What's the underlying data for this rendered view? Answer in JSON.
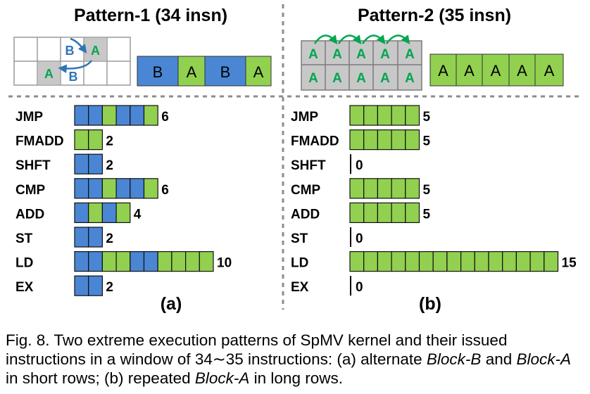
{
  "chart_data": [
    {
      "type": "bar",
      "title": "Pattern-1 (34 insn)",
      "panel_label": "(a)",
      "grid_blocks": {
        "top_row": [
          "B",
          "A"
        ],
        "bottom_row": [
          "A",
          "B"
        ]
      },
      "block_sequence": [
        "B",
        "A",
        "B",
        "A"
      ],
      "categories": [
        "JMP",
        "FMADD",
        "SHFT",
        "CMP",
        "ADD",
        "ST",
        "LD",
        "EX"
      ],
      "values": [
        6,
        2,
        2,
        6,
        4,
        2,
        10,
        2
      ],
      "segments": [
        [
          "B",
          "B",
          "A",
          "B",
          "B",
          "A"
        ],
        [
          "A",
          "A"
        ],
        [
          "B",
          "B"
        ],
        [
          "B",
          "B",
          "A",
          "B",
          "B",
          "A"
        ],
        [
          "B",
          "A",
          "B",
          "A"
        ],
        [
          "B",
          "B"
        ],
        [
          "B",
          "B",
          "A",
          "A",
          "B",
          "B",
          "A",
          "A",
          "A",
          "A"
        ],
        [
          "B",
          "B"
        ]
      ]
    },
    {
      "type": "bar",
      "title": "Pattern-2 (35 insn)",
      "panel_label": "(b)",
      "grid_blocks": {
        "top_row": [
          "A",
          "A",
          "A",
          "A",
          "A"
        ],
        "bottom_row": [
          "A",
          "A",
          "A",
          "A",
          "A"
        ]
      },
      "block_sequence": [
        "A",
        "A",
        "A",
        "A",
        "A"
      ],
      "categories": [
        "JMP",
        "FMADD",
        "SHFT",
        "CMP",
        "ADD",
        "ST",
        "LD",
        "EX"
      ],
      "values": [
        5,
        5,
        0,
        5,
        5,
        0,
        15,
        0
      ],
      "segments": [
        [
          "A",
          "A",
          "A",
          "A",
          "A"
        ],
        [
          "A",
          "A",
          "A",
          "A",
          "A"
        ],
        [],
        [
          "A",
          "A",
          "A",
          "A",
          "A"
        ],
        [
          "A",
          "A",
          "A",
          "A",
          "A"
        ],
        [],
        [
          "A",
          "A",
          "A",
          "A",
          "A",
          "A",
          "A",
          "A",
          "A",
          "A",
          "A",
          "A",
          "A",
          "A",
          "A"
        ],
        []
      ]
    }
  ],
  "colors": {
    "block_a": "#92d050",
    "block_b": "#4a86d4",
    "arrow_a": "#00a650",
    "arrow_b": "#2e75b6",
    "grid_gray": "#c8c8c8",
    "divider": "#8c8c8c"
  },
  "caption": {
    "part1": "Fig. 8. Two extreme execution patterns of SpMV kernel and their issued instructions in a window of 34∼35 instructions: (a) alternate ",
    "em1": "Block-B",
    "part2": " and ",
    "em2": "Block-A",
    "part3": " in short rows; (b) repeated ",
    "em3": "Block-A",
    "part4": " in long rows."
  }
}
